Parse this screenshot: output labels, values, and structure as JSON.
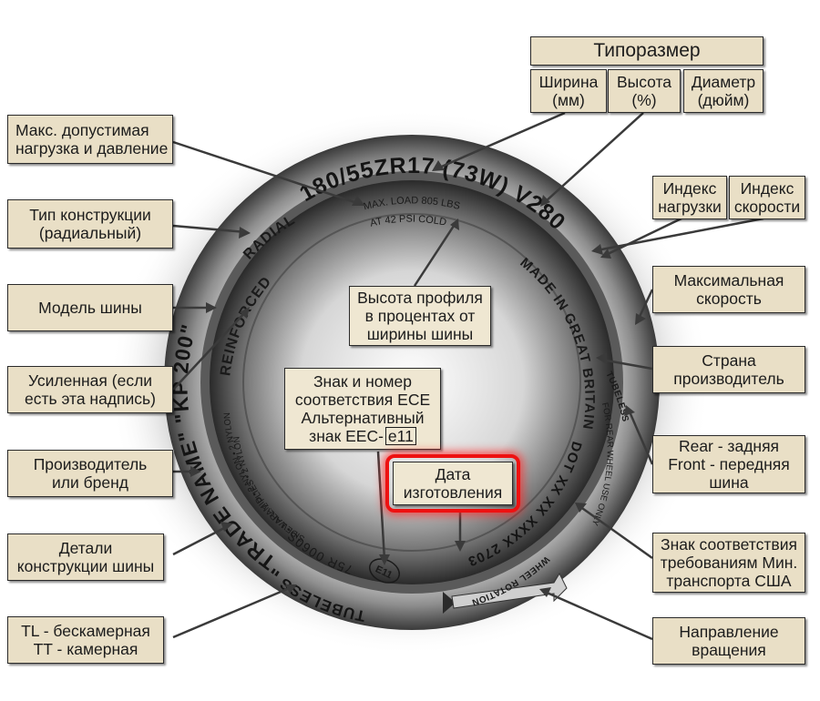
{
  "tire": {
    "size_code": "180/55ZR17 (73W) V280",
    "max_load": "MAX. LOAD 805 LBS",
    "pressure": "AT 42 PSI COLD",
    "radial": "RADIAL",
    "reinforced": "REINFORCED",
    "trade_name": "\"TRADE NAME\" \"KP 200\"",
    "made_in": "MADE IN GREAT BRITAIN",
    "tubeless_note": "TUBELESS",
    "rear_note": "FOR REAR WHEEL USE ONLY",
    "dot": "DOT XX XX XXXX 2703",
    "ply_nylon": "• 1 ARAMID • 2 NYLON • 2 NYLON",
    "ply_details": "TREAD: 3 PLIES • 2 PLIES • 2 NYLON",
    "sidewall": "SIDEWALL: 2 PLIES • 2 NYLON",
    "rating": "75R 0060S",
    "e_mark": "E11",
    "tubeless_bottom": "TUBELESS",
    "rotation": "WHEEL ROTATION"
  },
  "labels": {
    "size_title": "Типоразмер",
    "width": "Ширина\n(мм)",
    "height": "Высота\n(%)",
    "diameter": "Диаметр\n(дюйм)",
    "max_load": "Макс. допустимая\nнагрузка и давление",
    "construction": "Тип конструкции\n(радиальный)",
    "model": "Модель шины",
    "reinforced": "Усиленная (если\nесть эта надпись)",
    "manufacturer": "Производитель\nили бренд",
    "details": "Детали\nконструкции шины",
    "tl_tt": "TL - бескамерная\nTT - камерная",
    "load_index": "Индекс\nнагрузки",
    "speed_index": "Индекс\nскорости",
    "max_speed": "Максимальная\nскорость",
    "country": "Страна\nпроизводитель",
    "rear_front": "Rear - задняя\nFront - передняя\nшина",
    "dot_sign": "Знак соответствия\nтребованиям  Мин.\nтранспорта США",
    "rotation": "Направление\nвращения",
    "profile": "Высота профиля\nв процентах от\nширины шины",
    "ece_text": "Знак и номер\nсоответствия ECE\nАльтернативный\nзнак EEC-",
    "ece_mark": "e11",
    "date": "Дата\nизготовления"
  },
  "colors": {
    "box_fill": "#e9dfc6",
    "highlight": "#e11111"
  }
}
